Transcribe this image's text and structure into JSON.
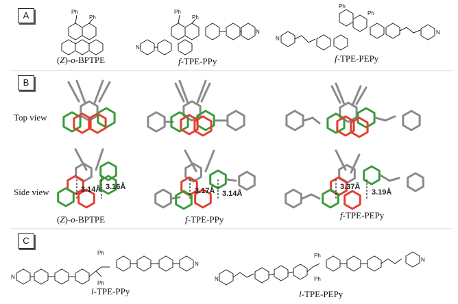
{
  "panels": {
    "a": "A",
    "b": "B",
    "c": "C"
  },
  "panel_a": {
    "ph": "Ph",
    "n": "N",
    "mol1": {
      "prefix": "(",
      "z": "Z",
      "mid": ")-",
      "o": "o",
      "suffix": "-BPTPE"
    },
    "mol2": {
      "f": "f",
      "rest": "-TPE-PPy"
    },
    "mol3": {
      "f": "f",
      "rest": "-TPE-PEPy"
    }
  },
  "panel_b": {
    "top_view": "Top view",
    "side_view": "Side view",
    "mol1": {
      "prefix": "(",
      "z": "Z",
      "mid": ")-",
      "o": "o",
      "suffix": "-BPTPE",
      "d1": "3.14Å",
      "d2": "3.16Å"
    },
    "mol2": {
      "f": "f",
      "rest": "-TPE-PPy",
      "d1": "3.17Å",
      "d2": "3.14Å"
    },
    "mol3": {
      "f": "f",
      "rest": "-TPE-PEPy",
      "d1": "3.37Å",
      "d2": "3.19Å"
    }
  },
  "panel_c": {
    "ph": "Ph",
    "n": "N",
    "mol1": {
      "l": "l",
      "rest": "-TPE-PPy"
    },
    "mol2": {
      "l": "l",
      "rest": "-TPE-PEPy"
    }
  },
  "colors": {
    "gray": "#8a8a8a",
    "green": "#3a9a3a",
    "red": "#e04030",
    "orange": "#f0a030"
  }
}
